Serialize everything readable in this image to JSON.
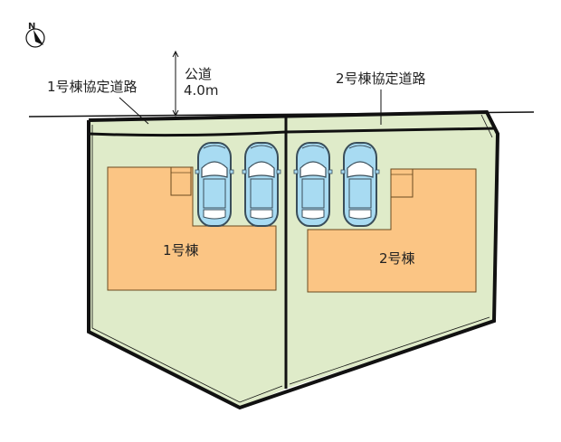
{
  "compass": {
    "label": "N",
    "icon": "north-arrow-icon"
  },
  "road": {
    "name": "公道",
    "width": "4.0m"
  },
  "private_roads": [
    {
      "label": "1号棟協定道路"
    },
    {
      "label": "2号棟協定道路"
    }
  ],
  "buildings": [
    {
      "label": "1号棟"
    },
    {
      "label": "2号棟"
    }
  ],
  "parking": {
    "car_count": 4
  },
  "colors": {
    "lot_fill": "#dfebc9",
    "building_fill": "#fbc584",
    "building_stroke": "#6b4a1f",
    "car_body": "#a8dbf2",
    "car_stroke": "#3a4e5a",
    "outline": "#111111"
  }
}
